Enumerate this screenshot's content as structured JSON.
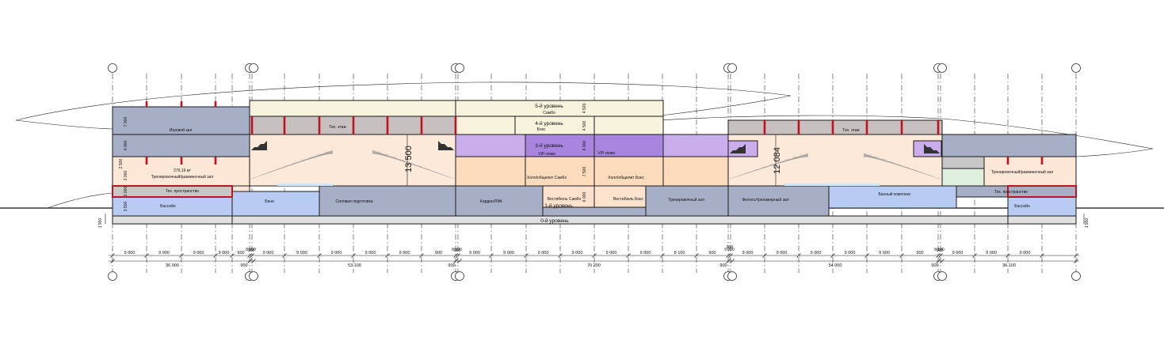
{
  "levels": {
    "l5": "5-й уровень",
    "l4": "4-й уровень",
    "l3": "3-й уровень",
    "l1": "1-й уровень",
    "l0": "0-й уровень"
  },
  "rooms": {
    "sambo": "Самбо",
    "boks": "Бокс",
    "igrovoy": "Игровой зал",
    "tekh_etazh": "Тех. этаж",
    "tekh_etazh_right": "Тех. этаж",
    "area_270": "270,16 м²",
    "trenazh_left": "Тренировочный/разминочный зал",
    "trenazh_right": "Тренировочный/разминочный зал",
    "tekh_prostr_left": "Тех. пространство",
    "tekh_prostr_right": "Тех. пространство",
    "basseyn_left": "Бассейн",
    "basseyn_right": "Бассейн",
    "bani": "Бани",
    "silovaya": "Силовая подготовка",
    "kardio": "Кардио/ЛФК",
    "vestibul_sambo": "Вестибюль Самбо",
    "vestibul_boks": "Вестибюль Бокс",
    "trenirovochny": "Тренировочный зал",
    "fitness": "Фитнес/тренажерный зал",
    "banny": "Банный комплекс",
    "vip1": "VIP-ложи",
    "vip2": "VIP-ложи",
    "holl_sambo": "Холл/общепит Самбо",
    "holl_boks": "Холл/общепит Бокс"
  },
  "heights": {
    "h_13500": "13 500",
    "h_12084": "12 084",
    "h_4500a": "4 500",
    "h_4500b": "4 500",
    "h_6000a": "6 000",
    "h_7500": "7 500",
    "h_6000b": "6 000",
    "h_l_7000": "7 000",
    "h_l_4000": "4 000",
    "h_l_2500": "2 500",
    "h_l_3000a": "3 000",
    "h_l_3000b": "3 000",
    "h_l_3500": "3 500",
    "h_1950_left": "1 950",
    "h_1950_right": "1 950"
  },
  "dims_row1": [
    "9 000",
    "9 000",
    "9 000",
    "9 000",
    "900",
    "8 100",
    "9 000",
    "9 000",
    "9 000",
    "9 000",
    "9 000",
    "900",
    "8 100",
    "9 000",
    "9 000",
    "9 000",
    "9 000",
    "9 000",
    "9 000",
    "8 100",
    "900",
    "9 000",
    "9 000",
    "9 000",
    "9 000",
    "9 000",
    "9 000",
    "900",
    "8 100",
    "9 000",
    "9 000",
    "9 000"
  ],
  "dims_row2": [
    "36 000",
    "900",
    "53 100",
    "900",
    "70 200",
    "900",
    "54 000",
    "900",
    "36 100"
  ],
  "dims_extra": [
    "900",
    "900",
    "900",
    "900"
  ]
}
